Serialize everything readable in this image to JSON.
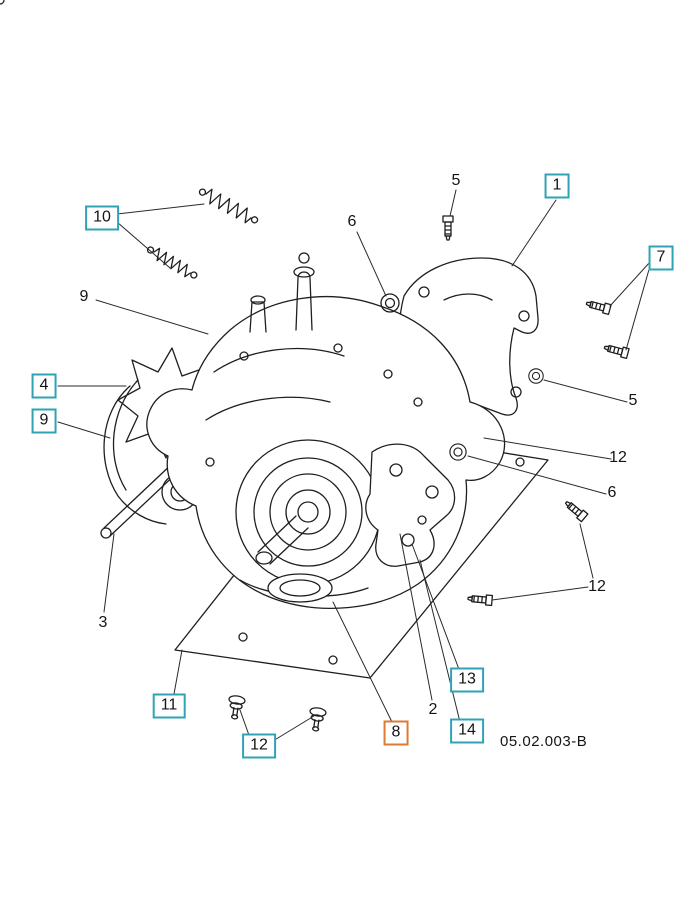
{
  "diagram": {
    "code": "05.02.003-B",
    "colors": {
      "callout_box_color": "#2fa3b5",
      "callout_highlight_color": "#dd7a33",
      "line_color": "#1f1f1f"
    },
    "callouts": [
      {
        "label": "10",
        "boxed": true,
        "highlighted": false
      },
      {
        "label": "5",
        "boxed": false,
        "highlighted": false
      },
      {
        "label": "1",
        "boxed": true,
        "highlighted": false
      },
      {
        "label": "6",
        "boxed": false,
        "highlighted": false
      },
      {
        "label": "7",
        "boxed": true,
        "highlighted": false
      },
      {
        "label": "9",
        "boxed": false,
        "highlighted": false
      },
      {
        "label": "4",
        "boxed": true,
        "highlighted": false
      },
      {
        "label": "9",
        "boxed": true,
        "highlighted": false
      },
      {
        "label": "5",
        "boxed": false,
        "highlighted": false
      },
      {
        "label": "12",
        "boxed": false,
        "highlighted": false
      },
      {
        "label": "6",
        "boxed": false,
        "highlighted": false
      },
      {
        "label": "12",
        "boxed": false,
        "highlighted": false
      },
      {
        "label": "3",
        "boxed": false,
        "highlighted": false
      },
      {
        "label": "11",
        "boxed": true,
        "highlighted": false
      },
      {
        "label": "12",
        "boxed": true,
        "highlighted": false
      },
      {
        "label": "8",
        "boxed": true,
        "highlighted": true
      },
      {
        "label": "2",
        "boxed": false,
        "highlighted": false
      },
      {
        "label": "13",
        "boxed": true,
        "highlighted": false
      },
      {
        "label": "14",
        "boxed": true,
        "highlighted": false
      }
    ]
  }
}
